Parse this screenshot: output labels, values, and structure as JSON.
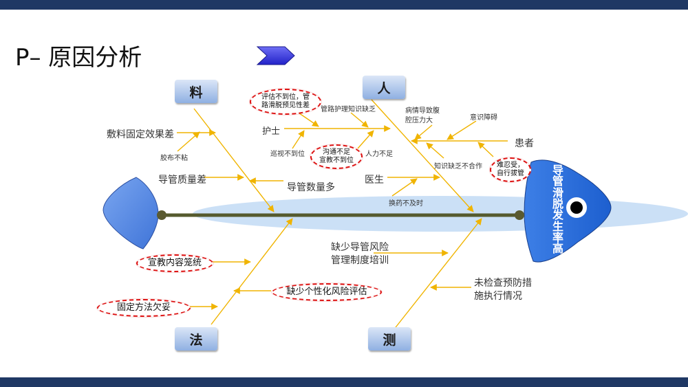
{
  "title": "P– 原因分析",
  "head": "导管滑脱发生率高",
  "categories": {
    "material": "料",
    "people": "人",
    "method": "法",
    "measure": "测"
  },
  "labels": {
    "m1": "敷料固定效果差",
    "m2": "胶布不粘",
    "m3": "导管质量差",
    "m4": "导管数量多",
    "p_nurse": "护士",
    "p_know": "管路护理知识缺乏",
    "p_inspect": "巡视不到位",
    "p_manpower": "人力不足",
    "p_doctor": "医生",
    "p_dressing": "换药不及时",
    "p_pain": "病情导致腹\n腔压力大",
    "p_conscious": "意识障碍",
    "p_patient": "患者",
    "p_nocoop": "知识缺乏不合作",
    "f1": "缺少导管风险\n管理制度培训",
    "c1": "未检查预防措\n施执行情况"
  },
  "ovals": {
    "assess": "评估不到位，管\n路滑脱预见性差",
    "comm": "沟通不足\n宣教不到位",
    "tolerate": "难忍受，\n自行拔管",
    "edu": "宣教内容笼统",
    "risk": "缺少个性化风险评估",
    "fix": "固定方法欠妥"
  }
}
